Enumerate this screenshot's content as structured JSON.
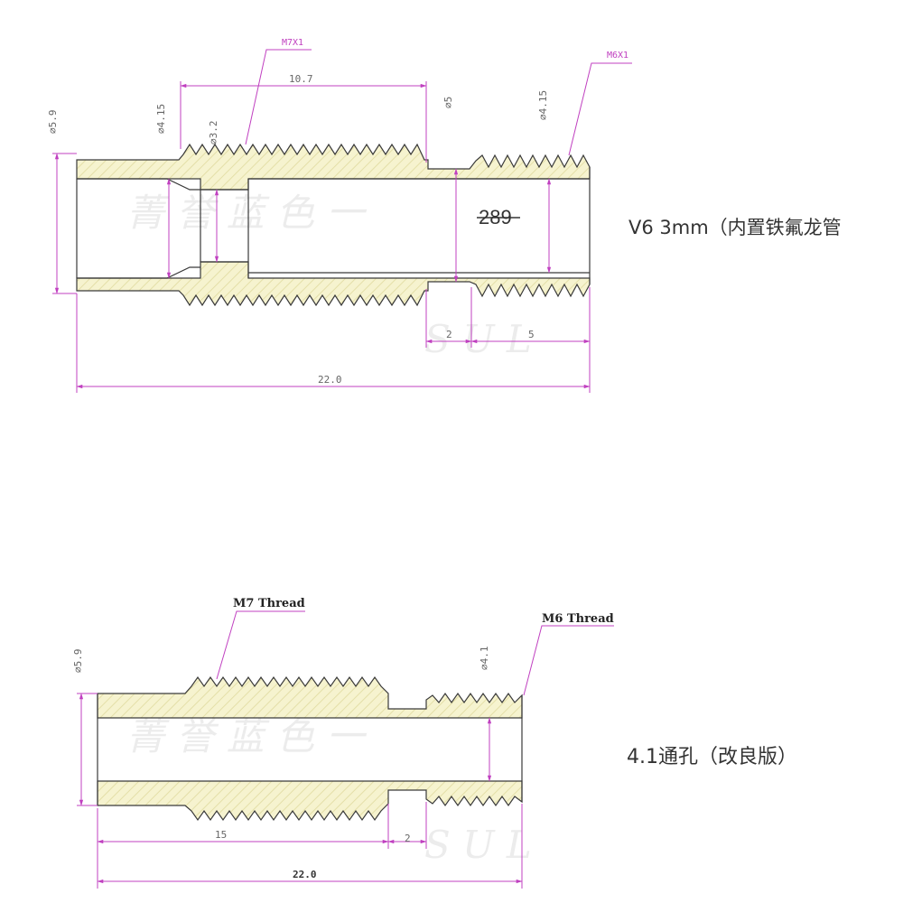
{
  "top_drawing": {
    "callouts": {
      "m7": "M7X1",
      "m6": "M6X1"
    },
    "dimensions": {
      "d_outer": "⌀5.9",
      "d_left_bore": "⌀4.15",
      "d_mid_bore": "⌀3.2",
      "len_m7_thread": "10.7",
      "d_neck": "⌀5",
      "d_right_bore": "⌀4.15",
      "len_gap": "2",
      "len_m6": "5",
      "len_total": "22.0"
    },
    "overlay_number": "289",
    "caption": "V6 3mm（内置铁氟龙管"
  },
  "bottom_drawing": {
    "callouts": {
      "m7": "M7 Thread",
      "m6": "M6 Thread"
    },
    "dimensions": {
      "d_outer": "⌀5.9",
      "d_bore": "⌀4.1",
      "len_m7": "15",
      "len_gap": "2",
      "len_total": "22.0"
    },
    "caption": "4.1通孔（改良版）"
  },
  "colors": {
    "body_fill": "#f6f3cf",
    "outline": "#3a3a3a",
    "dimension": "#c040c0",
    "hatch": "#e4dfa8"
  }
}
